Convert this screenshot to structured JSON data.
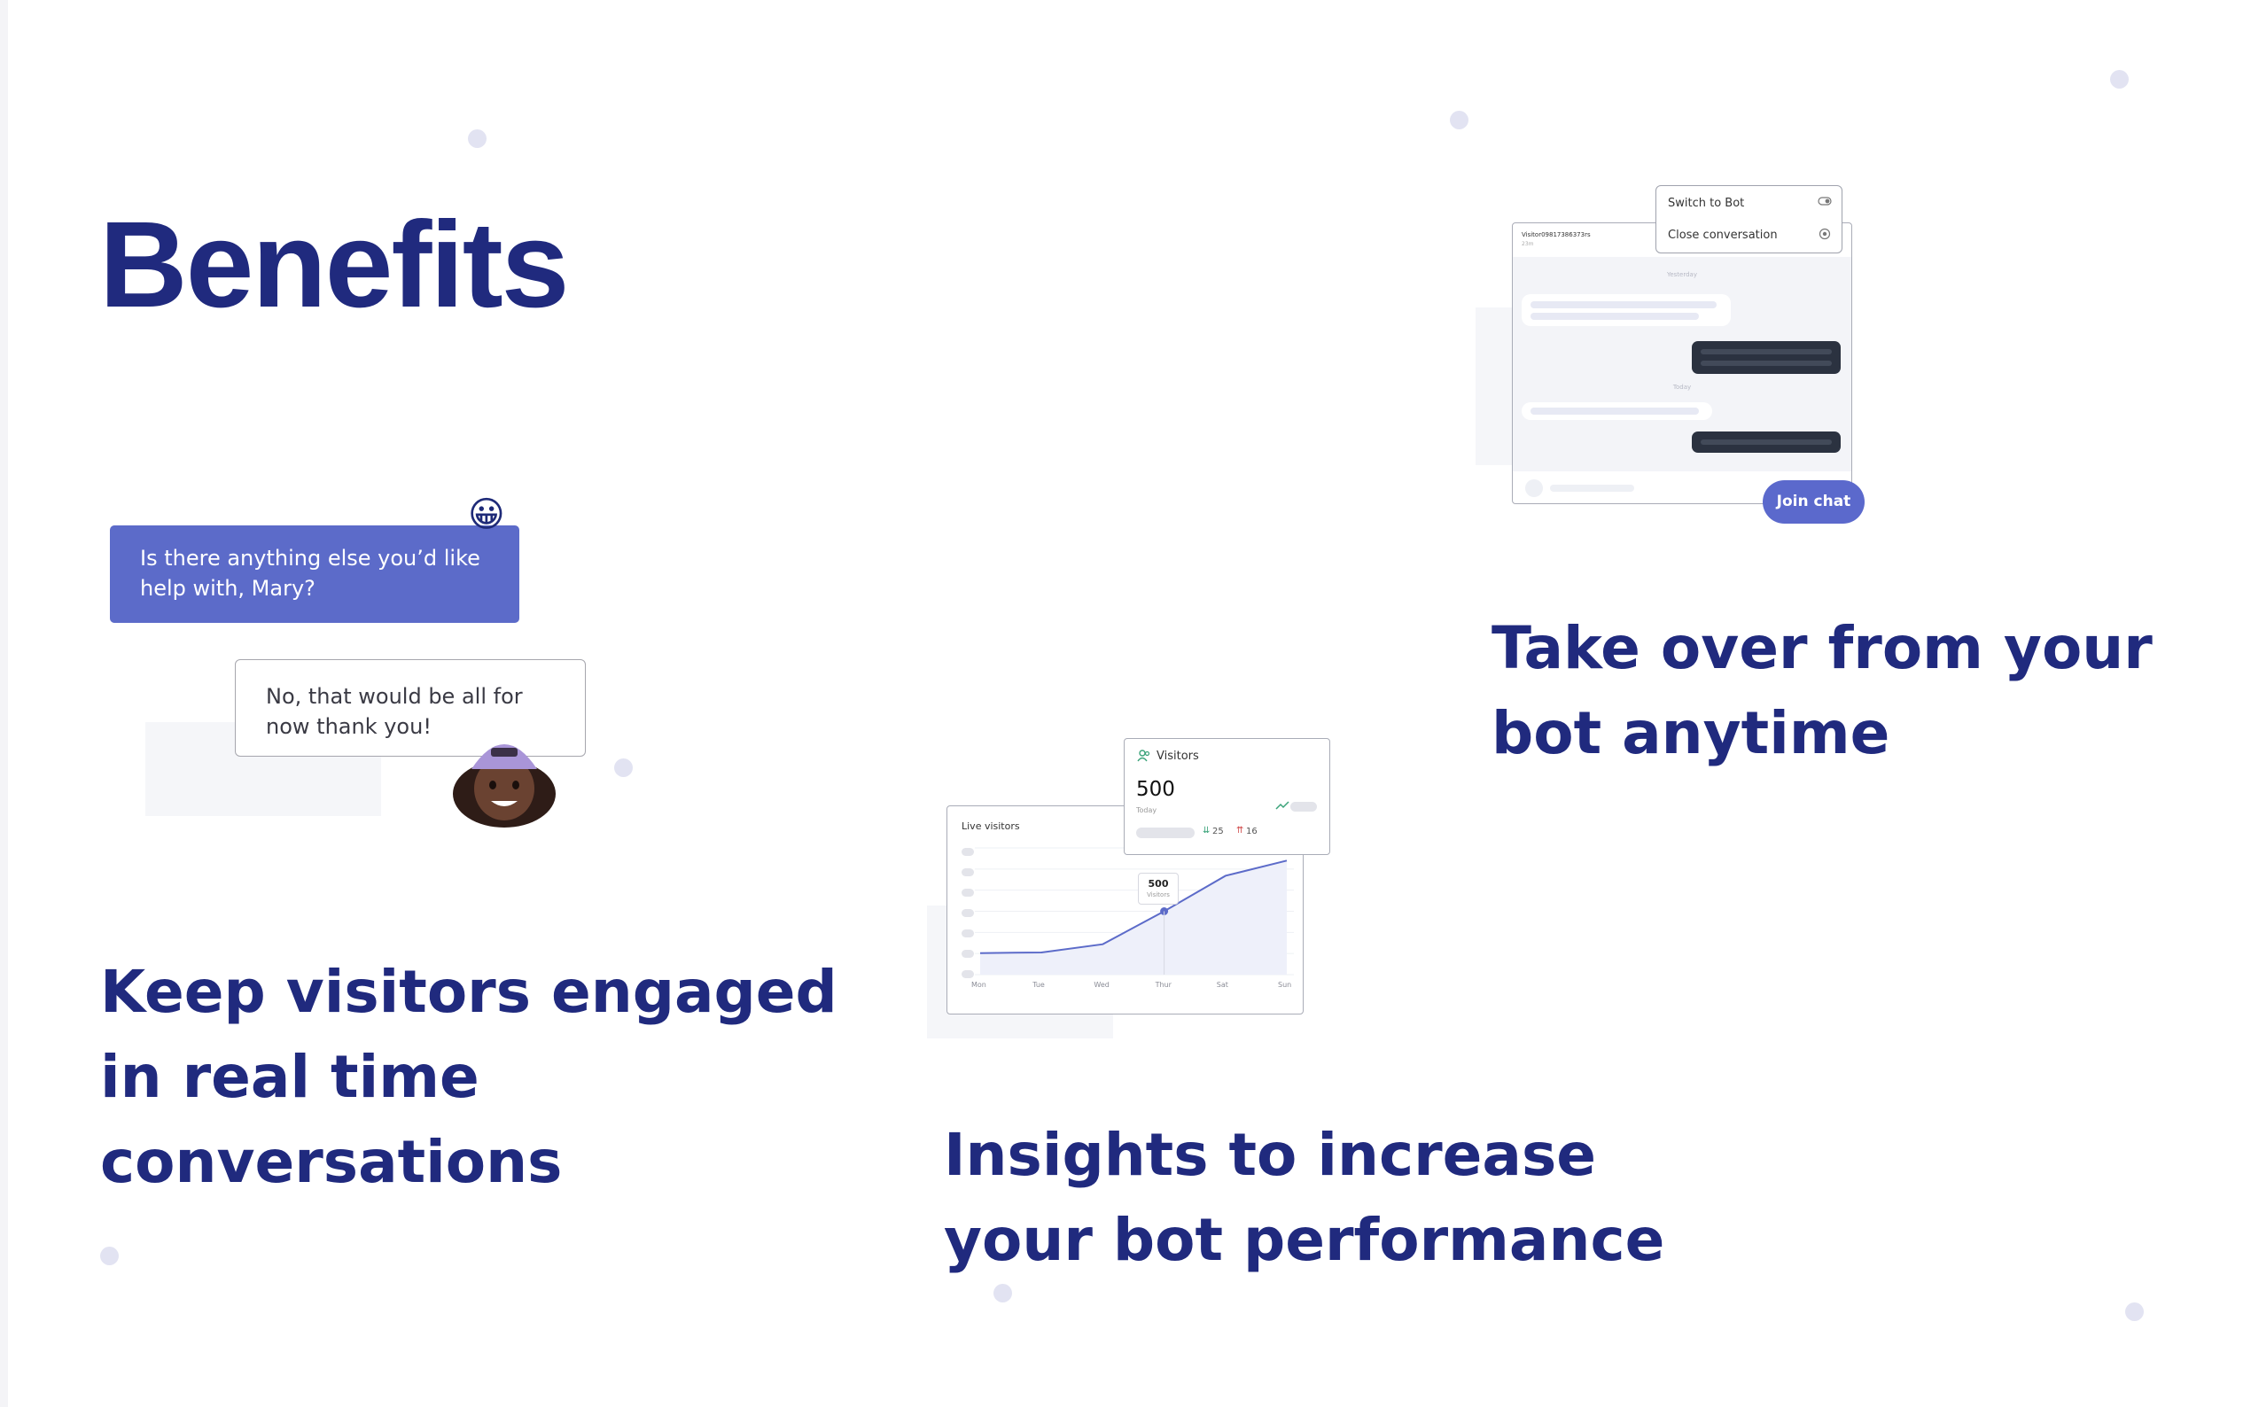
{
  "page": {
    "title": "Benefits"
  },
  "benefits": [
    {
      "id": "engage",
      "heading": [
        "Keep visitors engaged",
        "in real time",
        "conversations"
      ]
    },
    {
      "id": "insights",
      "heading": [
        "Insights to increase",
        "your bot performance"
      ]
    },
    {
      "id": "takeover",
      "heading": [
        "Take over from your",
        "bot anytime"
      ]
    }
  ],
  "chat_demo": {
    "bot_message": "Is there anything else you’d like help with, Mary?",
    "user_message": "No, that would be all for now thank you!",
    "emoji": "😀"
  },
  "takeover_demo": {
    "visitor_id": "Visitor09817386373rs",
    "visitor_time": "23m",
    "menu": [
      {
        "label": "Switch to Bot",
        "icon": "toggle-icon"
      },
      {
        "label": "Close conversation",
        "icon": "close-circle-icon"
      }
    ],
    "day_separators": [
      "Yesterday",
      "Today"
    ],
    "join_label": "Join chat"
  },
  "insights_demo": {
    "card_title": "Visitors",
    "card_value": "500",
    "card_sublabel": "Today",
    "stat_down": "25",
    "stat_up": "16",
    "chart_title": "Live visitors",
    "tooltip_value": "500",
    "tooltip_label": "Visitors",
    "accent": "#5c6bc9"
  },
  "chart_data": {
    "type": "line",
    "title": "Live visitors",
    "x": [
      "Mon",
      "Tue",
      "Wed",
      "Thur",
      "Sat",
      "Sun"
    ],
    "series": [
      {
        "values": [
          170,
          175,
          240,
          500,
          780,
          900
        ]
      }
    ],
    "ylim": [
      0,
      1000
    ],
    "grid": true
  }
}
